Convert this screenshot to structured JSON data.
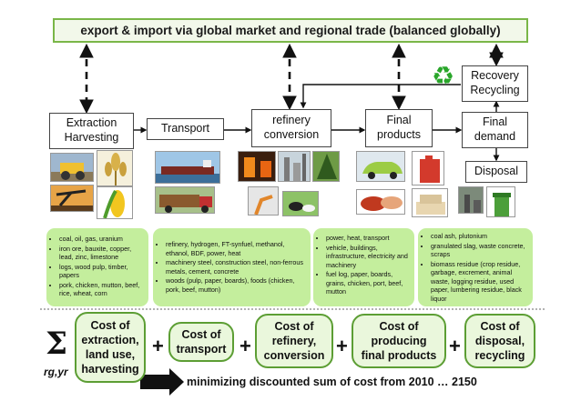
{
  "banner": "export & import via global market and regional trade (balanced globally)",
  "stages": {
    "extraction": [
      "Extraction",
      "Harvesting"
    ],
    "transport": "Transport",
    "refinery": [
      "refinery",
      "conversion"
    ],
    "final_products": [
      "Final",
      "products"
    ],
    "final_demand": [
      "Final",
      "demand"
    ],
    "recovery": [
      "Recovery",
      "Recycling"
    ],
    "disposal": "Disposal"
  },
  "lists": {
    "extraction": [
      "coal, oil, gas, uranium",
      "iron ore, bauxite, copper, lead, zinc, limestone",
      "logs, wood pulp, timber, papers",
      "pork, chicken, mutton, beef, rice, wheat, corn"
    ],
    "refinery": [
      "refinery, hydrogen, FT-synfuel, methanol, ethanol, BDF, power, heat",
      "machinery steel, construction steel, non-ferrous metals, cement, concrete",
      "woods (pulp, paper, boards), foods (chicken, pork, beef, mutton)"
    ],
    "products": [
      "power, heat, transport",
      "vehicle, buildings, infrastructure, electricity and machinery",
      "fuel log, paper, boards, grains, chicken, port, beef, mutton"
    ],
    "disposal": [
      "coal ash, plutonium",
      "granulated slag, waste concrete, scraps",
      "biomass residue (crop residue, garbage, excrement, animal waste, logging residue, used paper, lumbering residue, black liquor"
    ]
  },
  "costs": {
    "extraction": [
      "Cost of",
      "extraction,",
      "land use,",
      "harvesting"
    ],
    "transport": [
      "Cost of",
      "transport"
    ],
    "refinery": [
      "Cost of",
      "refinery,",
      "conversion"
    ],
    "products": [
      "Cost of",
      "producing",
      "final products"
    ],
    "disposal": [
      "Cost of",
      "disposal,",
      "recycling"
    ]
  },
  "plus": "+",
  "sigma": "Σ",
  "sigma_index": "rg,yr",
  "objective": "minimizing discounted sum of cost from 2010 … 2150",
  "colors": {
    "green_border": "#5c9e34",
    "green_fill": "#c4ee9d",
    "recycle": "#29a62a"
  }
}
